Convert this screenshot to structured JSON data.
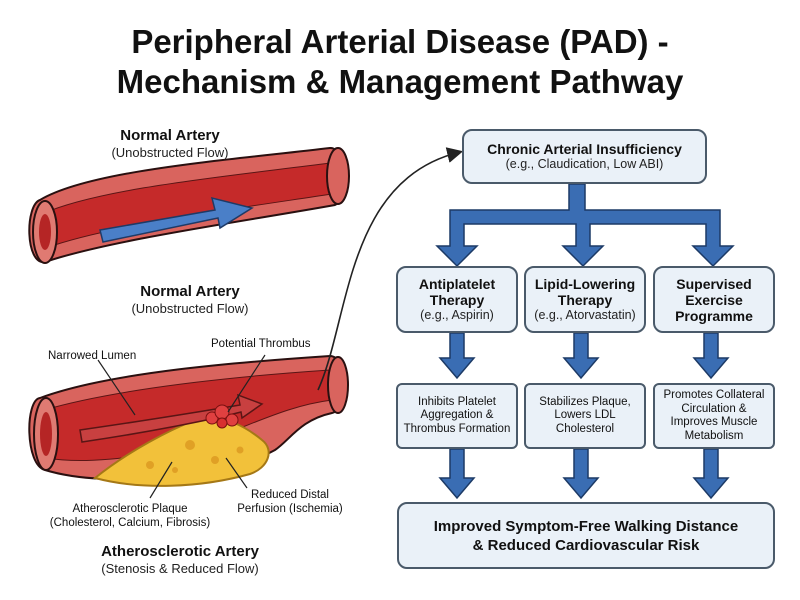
{
  "title": {
    "line1": "Peripheral Arterial Disease (PAD) -",
    "line2": "Mechanism & Management Pathway"
  },
  "normal_artery": {
    "label_top": "Normal Artery",
    "sub_top": "(Unobstructed Flow)",
    "label_bottom": "Normal Artery",
    "sub_bottom": "(Unobstructed Flow)"
  },
  "atherosclerotic_artery": {
    "narrowed_lumen": "Narrowed Lumen",
    "potential_thrombus": "Potential Thrombus",
    "plaque_line1": "Atherosclerotic Plaque",
    "plaque_line2": "(Cholesterol, Calcium, Fibrosis)",
    "perfusion_line1": "Reduced Distal",
    "perfusion_line2": "Perfusion (Ischemia)",
    "label": "Atherosclerotic Artery",
    "sub": "(Stenosis & Reduced Flow)"
  },
  "flowchart": {
    "top": {
      "title": "Chronic Arterial Insufficiency",
      "sub": "(e.g., Claudication, Low ABI)"
    },
    "therapies": [
      {
        "line1": "Antiplatelet",
        "line2": "Therapy",
        "line3": "",
        "sub": "(e.g., Aspirin)"
      },
      {
        "line1": "Lipid-Lowering",
        "line2": "Therapy",
        "line3": "",
        "sub": "(e.g., Atorvastatin)"
      },
      {
        "line1": "Supervised",
        "line2": "Exercise",
        "line3": "Programme",
        "sub": ""
      }
    ],
    "effects": [
      {
        "line1": "Inhibits Platelet",
        "line2": "Aggregation &",
        "line3": "Thrombus Formation",
        "line4": ""
      },
      {
        "line1": "Stabilizes Plaque,",
        "line2": "Lowers LDL",
        "line3": "Cholesterol",
        "line4": ""
      },
      {
        "line1": "Promotes Collateral",
        "line2": "Circulation &",
        "line3": "Improves Muscle",
        "line4": "Metabolism"
      }
    ],
    "outcome": {
      "line1": "Improved Symptom-Free Walking Distance",
      "line2": "& Reduced Cardiovascular Risk"
    }
  },
  "colors": {
    "vessel_wall": "#d9645e",
    "vessel_lumen": "#c52a2a",
    "flow_arrow_normal": "#4a7fc8",
    "plaque": "#f2c13a",
    "thrombus": "#e04040",
    "flow_arrow_blue": "#3a6db3",
    "box_fill": "#eaf1f8",
    "box_border": "#4a5a6a"
  }
}
